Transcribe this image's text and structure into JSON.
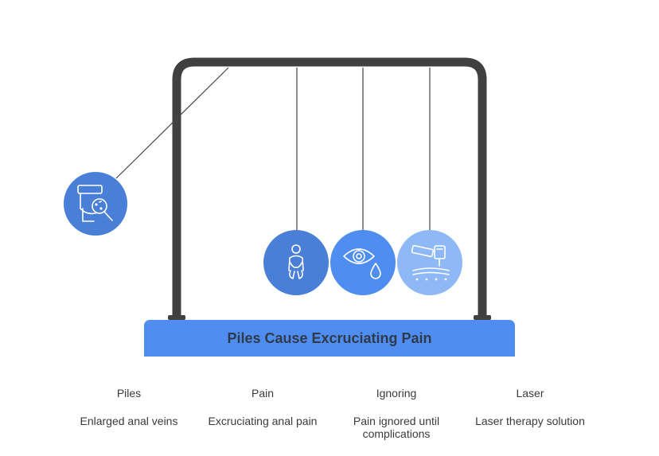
{
  "title": "Piles Cause Excruciating Pain",
  "colors": {
    "frame": "#404040",
    "base": "#4f8ef0",
    "ball_dark": "#4a7fd8",
    "ball_mid": "#4f8ef0",
    "ball_light": "#8fb8f7"
  },
  "stages": [
    {
      "title": "Piles",
      "description": "Enlarged anal veins",
      "icon": "toilet-inspection-icon"
    },
    {
      "title": "Pain",
      "description": "Excruciating anal pain",
      "icon": "person-in-pain-icon"
    },
    {
      "title": "Ignoring",
      "description": "Pain ignored until complications",
      "icon": "eye-tear-icon"
    },
    {
      "title": "Laser",
      "description": "Laser therapy solution",
      "icon": "laser-device-icon"
    }
  ]
}
